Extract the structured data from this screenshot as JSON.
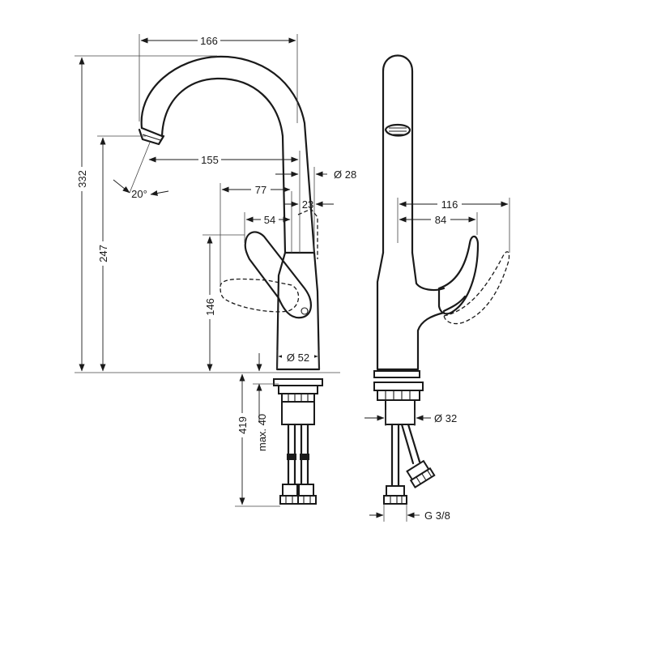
{
  "dimensions": {
    "d166": "166",
    "d155": "155",
    "d28": "Ø 28",
    "d77": "77",
    "d23": "23",
    "d54": "54",
    "d20": "20°",
    "d332": "332",
    "d247": "247",
    "d146": "146",
    "d52": "Ø 52",
    "d419": "419",
    "dmax40": "max. 40",
    "d116": "116",
    "d84": "84",
    "d32": "Ø 32",
    "dG38": "G 3/8"
  }
}
